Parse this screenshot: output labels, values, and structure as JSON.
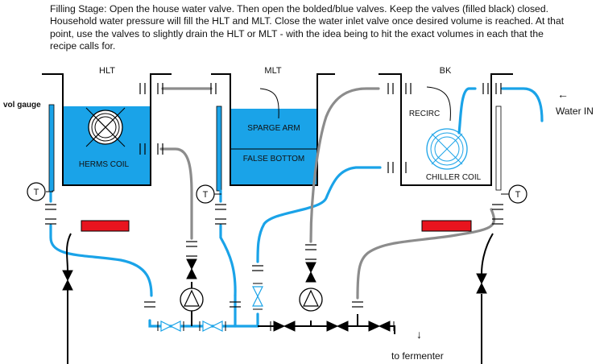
{
  "caption": "Filling Stage: Open the house water valve.  Then open the bolded/blue valves.  Keep the valves (filled black) closed.  Household water pressure will fill the HLT and MLT.  Close the water inlet valve once desired volume is reached.  At that point, use the valves to slightly drain the HLT or MLT - with the idea being to hit the exact volumes in each that the recipe calls for.",
  "vessels": {
    "hlt": "HLT",
    "mlt": "MLT",
    "bk": "BK"
  },
  "labels": {
    "vol_gauge": "vol gauge",
    "herms_coil": "HERMS COIL",
    "sparge_arm": "SPARGE ARM",
    "false_bottom": "FALSE BOTTOM",
    "recirc": "RECIRC",
    "chiller_coil": "CHILLER COIL",
    "water_in": "Water IN",
    "water_in_arrow": "←",
    "to_fermenter": "to fermenter",
    "fermenter_arrow": "↓",
    "thermometer": "T"
  },
  "colors": {
    "water": "#1aa3e8",
    "water_pipe": "#1aa3e8",
    "drain_pipe": "#8c8c8c",
    "heater": "#e8141e",
    "lines": "#000000",
    "coil": "#ffffff"
  }
}
